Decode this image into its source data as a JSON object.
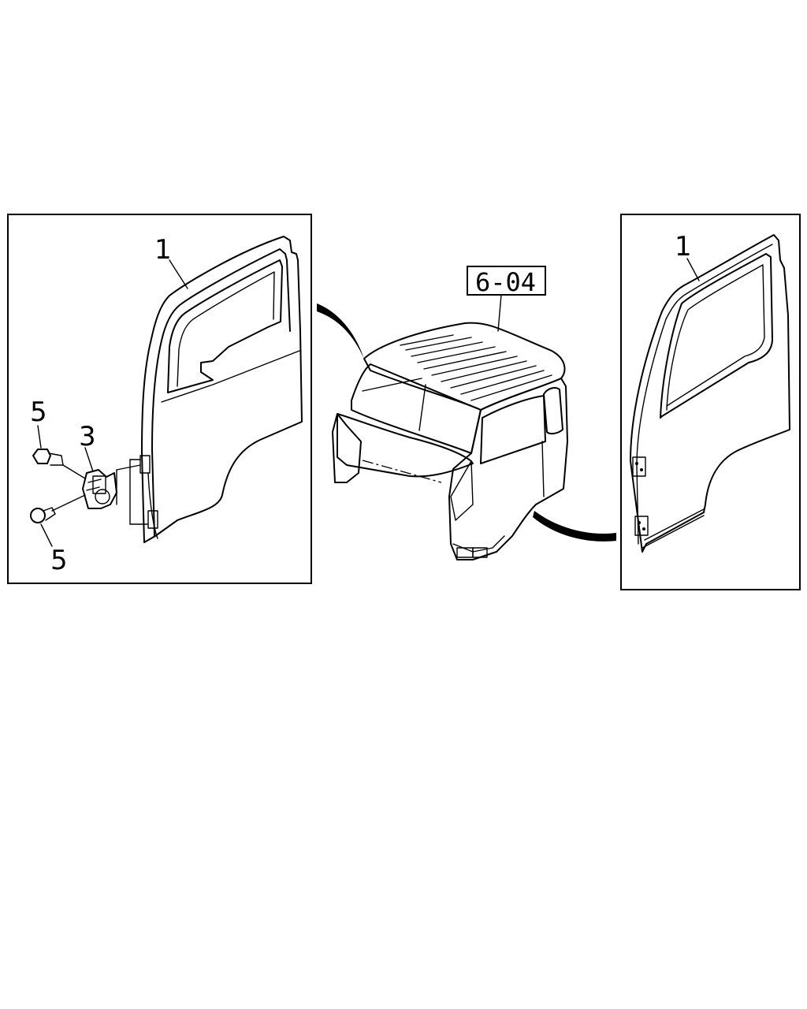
{
  "panels": {
    "left": {
      "part_number_door": "1",
      "part_number_hinge": "3",
      "part_number_bolt_upper": "5",
      "part_number_bolt_lower": "5"
    },
    "center": {
      "reference_label": "6-04"
    },
    "right": {
      "part_number_door": "1"
    }
  },
  "colors": {
    "line": "#000000",
    "background": "#ffffff"
  }
}
